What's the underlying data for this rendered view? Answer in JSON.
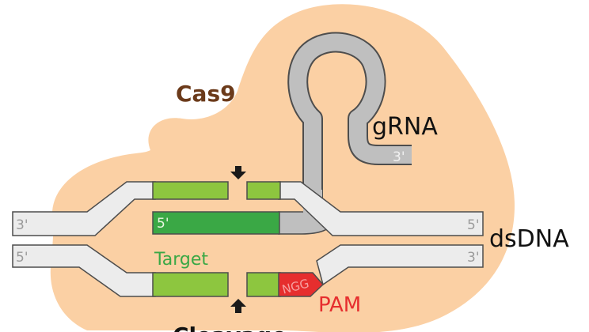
{
  "labels": {
    "protein": "Cas9",
    "guide": "gRNA",
    "duplex": "dsDNA",
    "target": "Target",
    "pam": "PAM",
    "pam_seq": "NGG",
    "partial_bottom": "Cleavage"
  },
  "ends": {
    "five_prime": "5'",
    "three_prime": "3'"
  },
  "colors": {
    "protein_fill": "#fbd0a4",
    "protein_label": "#6b3a1a",
    "rna": "#bfbfbf",
    "rna_outline": "#4d4d4d",
    "dna_strand": "#ececec",
    "target_light": "#8dc63f",
    "target_dark": "#3aa845",
    "target_label": "#3aa845",
    "pam_fill": "#e62e2e",
    "pam_label": "#e62e2e",
    "cut_marker": "#1a1a1a",
    "text": "#111111"
  }
}
